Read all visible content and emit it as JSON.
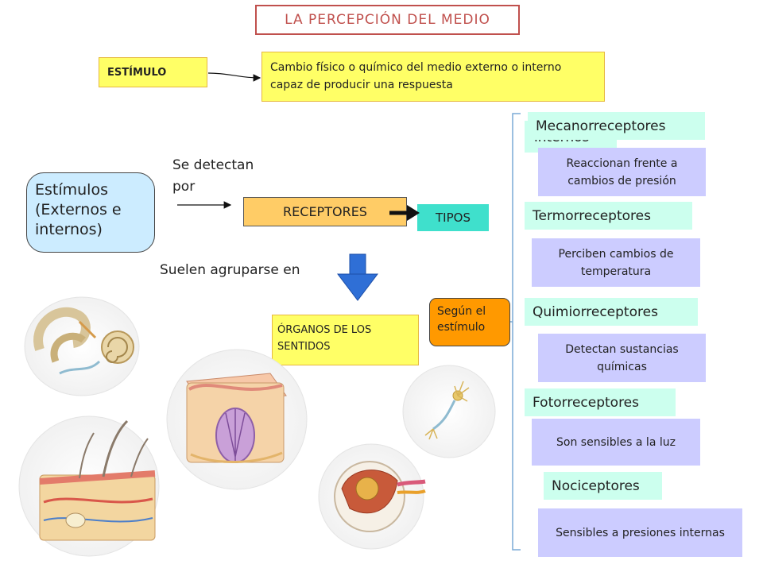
{
  "title": "LA PERCEPCIÓN DEL MEDIO",
  "estimulo": {
    "label": "ESTÍMULO",
    "definition": "Cambio físico o químico del medio externo o interno capaz de producir una respuesta"
  },
  "estimulos_box": "Estímulos (Externos e internos)",
  "se_detectan": "Se detectan por",
  "receptores": "RECEPTORES",
  "tipos": "TIPOS",
  "suelen": "Suelen agruparse en",
  "organos": "ÓRGANOS DE LOS SENTIDOS",
  "segun": "Según el estímulo",
  "receptor_types": [
    {
      "name": "Mecanorreceptores",
      "ghost": "internos",
      "description": "Reaccionan frente a cambios de presión"
    },
    {
      "name": "Termorreceptores",
      "description": "Perciben cambios de temperatura"
    },
    {
      "name": "Quimiorreceptores",
      "description": "Detectan sustancias químicas"
    },
    {
      "name": "Fotorreceptores",
      "description": "Son sensibles a la luz"
    },
    {
      "name": "Nociceptores",
      "description": "Sensibles a presiones internas"
    }
  ],
  "colors": {
    "title_border": "#c0504d",
    "yellow_box": "#ffff66",
    "light_blue": "#ccecff",
    "orange_receptores": "#ffcc66",
    "turquoise": "#3fe0cc",
    "type_label": "#ccffee",
    "lavender": "#ccccff",
    "orange_segun": "#ff9900",
    "down_arrow": "#2f6fd6"
  },
  "illustrations": [
    "inner-ear",
    "taste-bud",
    "skin-layers",
    "neuron",
    "eye"
  ]
}
